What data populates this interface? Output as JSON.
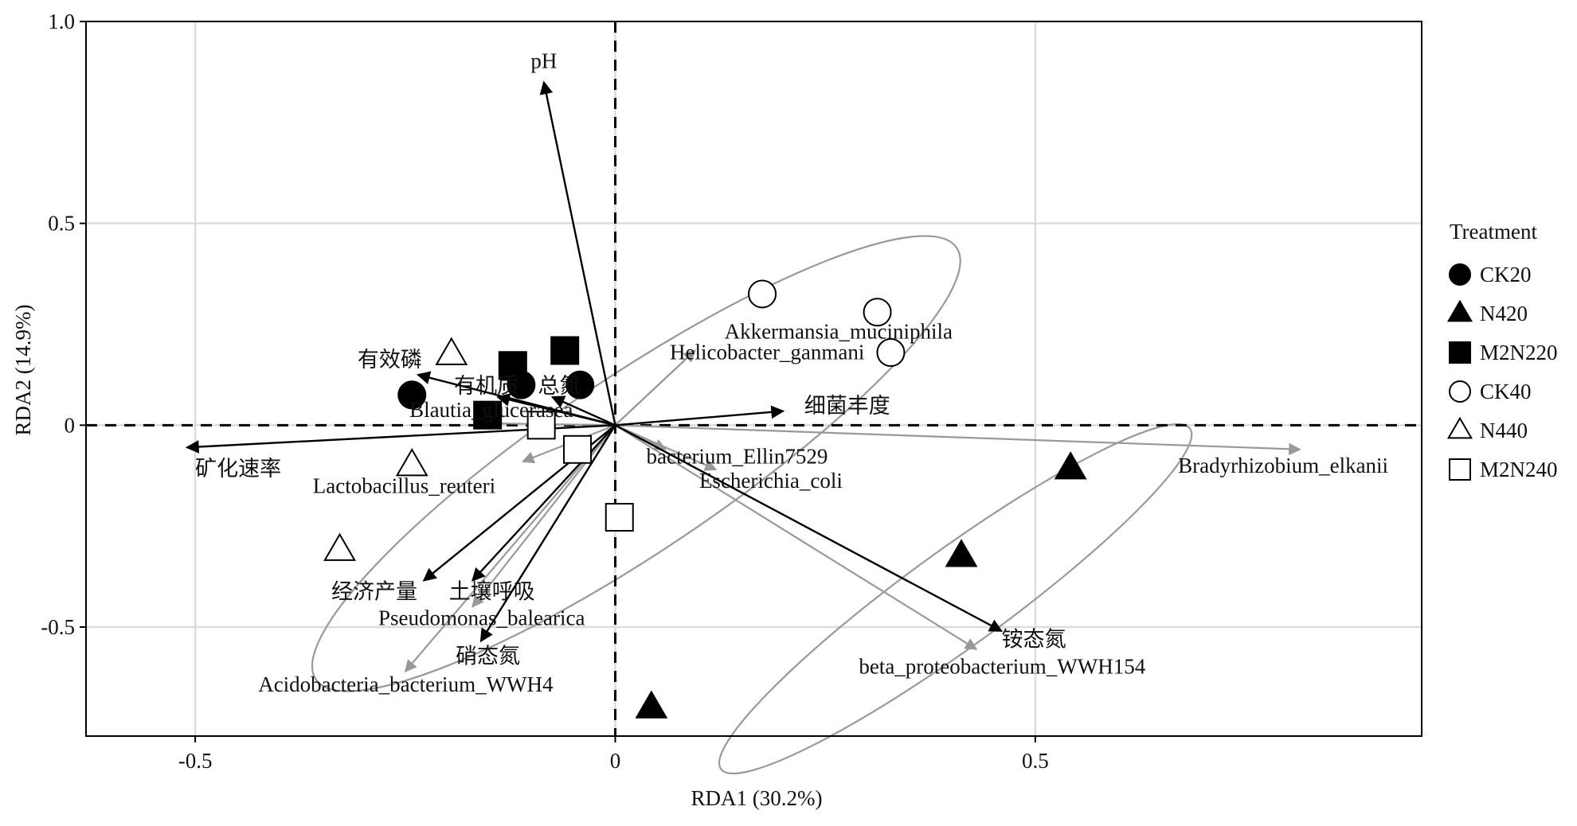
{
  "chart_data": {
    "type": "scatter",
    "xlabel": "RDA1 (30.2%)",
    "ylabel": "RDA2 (14.9%)",
    "xlim": [
      -0.63,
      0.96
    ],
    "ylim": [
      -0.77,
      1.0
    ],
    "x_ticks": [
      {
        "v": -0.5,
        "label": "-0.5"
      },
      {
        "v": 0,
        "label": "0"
      },
      {
        "v": 0.5,
        "label": "0.5"
      }
    ],
    "y_ticks": [
      {
        "v": -0.5,
        "label": "-0.5"
      },
      {
        "v": 0,
        "label": "0"
      },
      {
        "v": 0.5,
        "label": "0.5"
      },
      {
        "v": 1.0,
        "label": "1.0"
      }
    ],
    "grid": true,
    "legend": {
      "title": "Treatment",
      "position": "right",
      "items": [
        {
          "label": "CK20",
          "shape": "circle",
          "filled": true
        },
        {
          "label": "N420",
          "shape": "triangle",
          "filled": true
        },
        {
          "label": "M2N220",
          "shape": "square",
          "filled": true
        },
        {
          "label": "CK40",
          "shape": "circle",
          "filled": false
        },
        {
          "label": "N440",
          "shape": "triangle",
          "filled": false
        },
        {
          "label": "M2N240",
          "shape": "square",
          "filled": false
        }
      ]
    },
    "samples": [
      {
        "group": "CK20",
        "x": -0.242,
        "y": 0.075
      },
      {
        "group": "CK20",
        "x": -0.112,
        "y": 0.1
      },
      {
        "group": "CK20",
        "x": -0.042,
        "y": 0.1
      },
      {
        "group": "N420",
        "x": 0.043,
        "y": -0.7
      },
      {
        "group": "N420",
        "x": 0.412,
        "y": -0.325
      },
      {
        "group": "N420",
        "x": 0.542,
        "y": -0.108
      },
      {
        "group": "M2N220",
        "x": -0.152,
        "y": 0.025
      },
      {
        "group": "M2N220",
        "x": -0.122,
        "y": 0.148
      },
      {
        "group": "M2N220",
        "x": -0.06,
        "y": 0.185
      },
      {
        "group": "CK40",
        "x": 0.175,
        "y": 0.325
      },
      {
        "group": "CK40",
        "x": 0.312,
        "y": 0.28
      },
      {
        "group": "CK40",
        "x": 0.328,
        "y": 0.18
      },
      {
        "group": "N440",
        "x": -0.195,
        "y": 0.175
      },
      {
        "group": "N440",
        "x": -0.242,
        "y": -0.1
      },
      {
        "group": "N440",
        "x": -0.328,
        "y": -0.31
      },
      {
        "group": "M2N240",
        "x": -0.088,
        "y": 0.0
      },
      {
        "group": "M2N240",
        "x": -0.045,
        "y": -0.06
      },
      {
        "group": "M2N240",
        "x": 0.005,
        "y": -0.228
      }
    ],
    "env_arrows": [
      {
        "label": "pH",
        "x": -0.085,
        "y": 0.85,
        "lx": -0.085,
        "ly": 0.885,
        "anchor": "middle"
      },
      {
        "label": "有效磷",
        "x": -0.235,
        "y": 0.125,
        "lx": -0.23,
        "ly": 0.145,
        "anchor": "end"
      },
      {
        "label": "有机质",
        "x": -0.14,
        "y": 0.07,
        "lx": -0.192,
        "ly": 0.08,
        "anchor": "start"
      },
      {
        "label": "总氮",
        "x": -0.075,
        "y": 0.07,
        "lx": -0.092,
        "ly": 0.08,
        "anchor": "start"
      },
      {
        "label": "细菌丰度",
        "x": 0.2,
        "y": 0.035,
        "lx": 0.225,
        "ly": 0.03,
        "anchor": "start"
      },
      {
        "label": "矿化速率",
        "x": -0.51,
        "y": -0.055,
        "lx": -0.5,
        "ly": -0.125,
        "anchor": "start"
      },
      {
        "label": "经济产量",
        "x": -0.228,
        "y": -0.385,
        "lx": -0.338,
        "ly": -0.43,
        "anchor": "start"
      },
      {
        "label": "土壤呼吸",
        "x": -0.17,
        "y": -0.385,
        "lx": -0.198,
        "ly": -0.43,
        "anchor": "start"
      },
      {
        "label": "硝态氮",
        "x": -0.16,
        "y": -0.535,
        "lx": -0.19,
        "ly": -0.59,
        "anchor": "start"
      },
      {
        "label": "铵态氮",
        "x": 0.46,
        "y": -0.51,
        "lx": 0.46,
        "ly": -0.548,
        "anchor": "start"
      }
    ],
    "species_arrows": [
      {
        "label": "Akkermansia_muciniphila",
        "x": 0.095,
        "y": 0.185,
        "lx": 0.13,
        "ly": 0.215,
        "anchor": "start"
      },
      {
        "label": "Helicobacter_ganmani",
        "x": 0.095,
        "y": 0.185,
        "lx": 0.065,
        "ly": 0.163,
        "anchor": "start"
      },
      {
        "label": "Blautia_glucerasea",
        "x": -0.155,
        "y": 0.005,
        "lx": -0.245,
        "ly": 0.02,
        "anchor": "start"
      },
      {
        "label": "Lactobacillus_reuteri",
        "x": -0.11,
        "y": -0.09,
        "lx": -0.36,
        "ly": -0.168,
        "anchor": "start"
      },
      {
        "label": "bacterium_Ellin7529",
        "x": 0.06,
        "y": -0.06,
        "lx": 0.037,
        "ly": -0.095,
        "anchor": "start"
      },
      {
        "label": "Escherichia_coli",
        "x": 0.12,
        "y": -0.11,
        "lx": 0.1,
        "ly": -0.155,
        "anchor": "start"
      },
      {
        "label": "Bradyrhizobium_elkanii",
        "x": 0.815,
        "y": -0.06,
        "lx": 0.67,
        "ly": -0.118,
        "anchor": "start"
      },
      {
        "label": "Pseudomonas_balearica",
        "x": -0.17,
        "y": -0.45,
        "lx": -0.282,
        "ly": -0.495,
        "anchor": "start"
      },
      {
        "label": "Acidobacteria_bacterium_WWH4",
        "x": -0.25,
        "y": -0.61,
        "lx": -0.425,
        "ly": -0.66,
        "anchor": "start"
      },
      {
        "label": "beta_proteobacterium_WWH154",
        "x": 0.43,
        "y": -0.555,
        "lx": 0.29,
        "ly": -0.615,
        "anchor": "start"
      }
    ],
    "ellipses": [
      {
        "cx": 0.025,
        "cy": -0.095,
        "rx": 0.46,
        "ry": 0.215,
        "angle_deg": 34
      },
      {
        "cx": 0.405,
        "cy": -0.43,
        "rx": 0.345,
        "ry": 0.12,
        "angle_deg": 36
      }
    ]
  }
}
